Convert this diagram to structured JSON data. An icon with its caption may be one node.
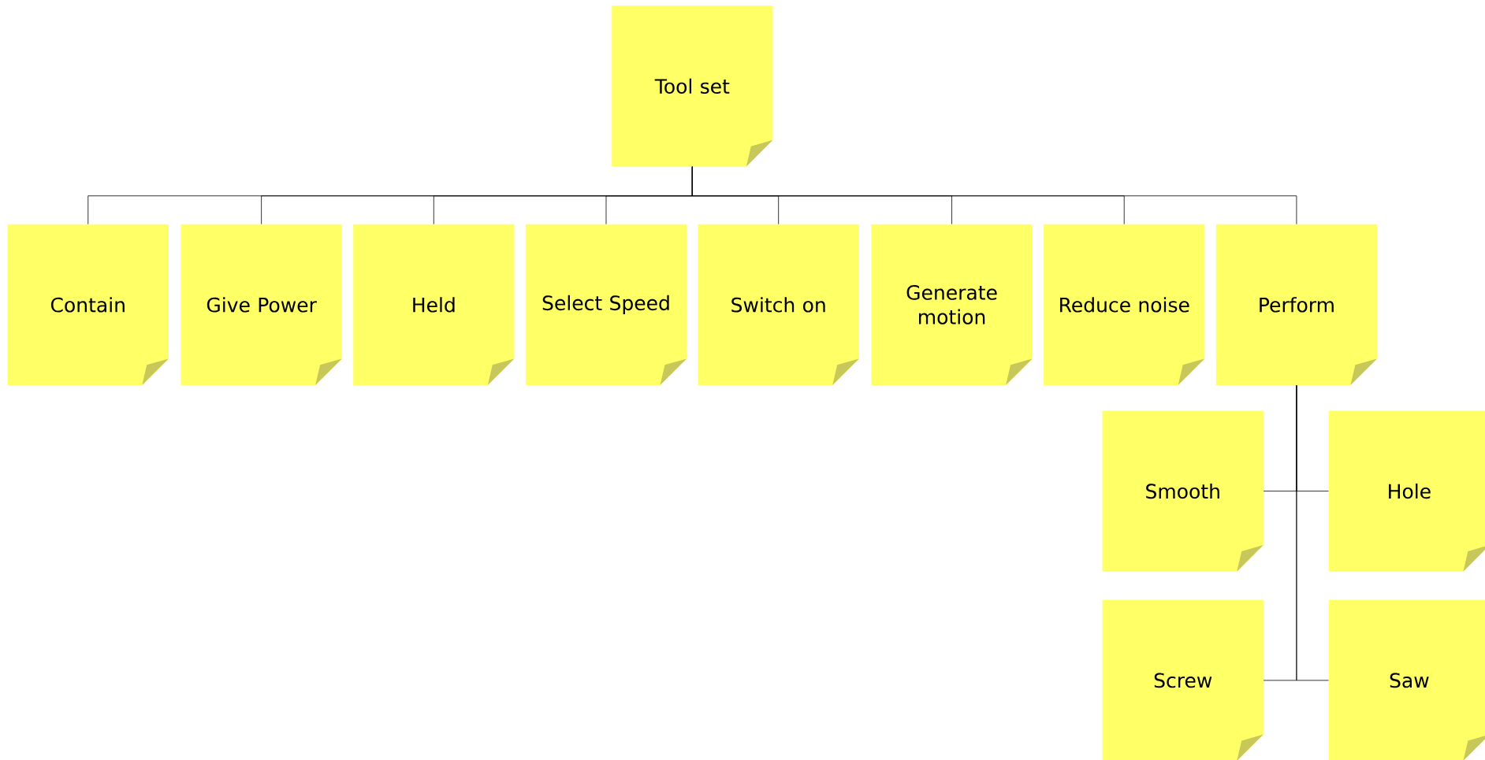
{
  "diagram": {
    "nodes": [
      {
        "text": [
          "Tool set"
        ]
      },
      {
        "text": [
          "Contain"
        ]
      },
      {
        "text": [
          "Give Power"
        ]
      },
      {
        "text": [
          "Held"
        ]
      },
      {
        "text": [
          "Select Speed"
        ]
      },
      {
        "text": [
          "Switch on"
        ]
      },
      {
        "text": [
          "Generate motion"
        ]
      },
      {
        "text": [
          "Reduce noise"
        ]
      },
      {
        "text": [
          "Perform"
        ]
      },
      {
        "text": [
          "Smooth"
        ]
      },
      {
        "text": [
          "Hole"
        ]
      },
      {
        "text": [
          "Screw"
        ]
      },
      {
        "text": [
          "Saw"
        ]
      }
    ],
    "edges": [
      {
        "from": 0,
        "to": 1,
        "arrow": "none"
      },
      {
        "from": 0,
        "to": 2,
        "arrow": "none"
      },
      {
        "from": 0,
        "to": 3,
        "arrow": "none"
      },
      {
        "from": 0,
        "to": 4,
        "arrow": "none"
      },
      {
        "from": 0,
        "to": 5,
        "arrow": "none"
      },
      {
        "from": 0,
        "to": 6,
        "arrow": "none"
      },
      {
        "from": 0,
        "to": 7,
        "arrow": "none"
      },
      {
        "from": 0,
        "to": 8,
        "arrow": "none"
      },
      {
        "from": 8,
        "to": 9,
        "arrow": "none"
      },
      {
        "from": 8,
        "to": 10,
        "arrow": "none"
      },
      {
        "from": 8,
        "to": 11,
        "arrow": "none"
      },
      {
        "from": 8,
        "to": 12,
        "arrow": "none"
      }
    ]
  }
}
